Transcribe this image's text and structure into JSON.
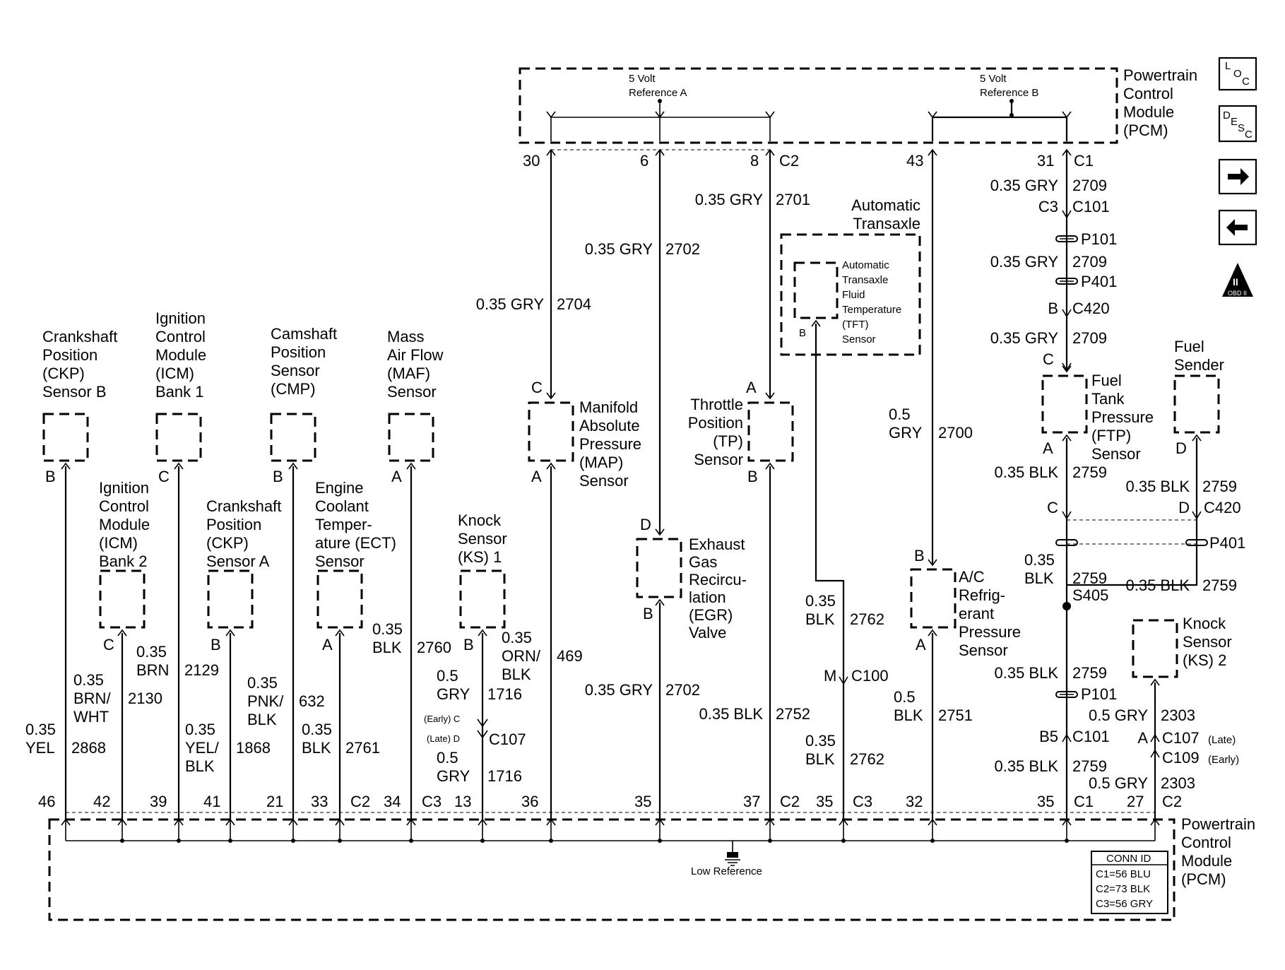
{
  "top_module": {
    "lines": [
      "Powertrain",
      "Control",
      "Module",
      "(PCM)"
    ],
    "ref_a": [
      "5 Volt",
      "Reference A"
    ],
    "ref_b": [
      "5 Volt",
      "Reference B"
    ]
  },
  "bottom_module": {
    "lines": [
      "Powertrain",
      "Control",
      "Module",
      "(PCM)"
    ],
    "low_reference": "Low Reference"
  },
  "conn_id": {
    "title": "CONN ID",
    "rows": [
      "C1=56 BLU",
      "C2=73 BLK",
      "C3=56 GRY"
    ]
  },
  "nav_icons": [
    "LOC",
    "DESC",
    "next-arrow",
    "previous-arrow",
    "OBD II"
  ],
  "nav": {
    "loc_main": "L",
    "loc_sub1": "O",
    "loc_sub2": "C",
    "desc_main": "D",
    "desc_sub1": "E",
    "desc_sub2": "S",
    "desc_sub3": "C",
    "obd_top": "II",
    "obd_bottom": "OBD II"
  },
  "components": [
    {
      "name": "Crankshaft Position (CKP) Sensor B",
      "lines": [
        "Crankshaft",
        "Position",
        "(CKP)",
        "Sensor B"
      ]
    },
    {
      "name": "Ignition Control Module (ICM) Bank 1",
      "lines": [
        "Ignition",
        "Control",
        "Module",
        "(ICM)",
        "Bank 1"
      ]
    },
    {
      "name": "Camshaft Position Sensor (CMP)",
      "lines": [
        "Camshaft",
        "Position",
        "Sensor",
        "(CMP)"
      ]
    },
    {
      "name": "Mass Air Flow (MAF) Sensor",
      "lines": [
        "Mass",
        "Air Flow",
        "(MAF)",
        "Sensor"
      ]
    },
    {
      "name": "Ignition Control Module (ICM) Bank 2",
      "lines": [
        "Ignition",
        "Control",
        "Module",
        "(ICM)",
        "Bank 2"
      ]
    },
    {
      "name": "Crankshaft Position (CKP) Sensor A",
      "lines": [
        "Crankshaft",
        "Position",
        "(CKP)",
        "Sensor A"
      ]
    },
    {
      "name": "Engine Coolant Temperature (ECT) Sensor",
      "lines": [
        "Engine",
        "Coolant",
        "Temper-",
        "ature (ECT)",
        "Sensor"
      ]
    },
    {
      "name": "Knock Sensor (KS) 1",
      "lines": [
        "Knock",
        "Sensor",
        "(KS) 1"
      ]
    },
    {
      "name": "Manifold Absolute Pressure (MAP) Sensor",
      "lines": [
        "Manifold",
        "Absolute",
        "Pressure",
        "(MAP)",
        "Sensor"
      ]
    },
    {
      "name": "Exhaust Gas Recirculation (EGR) Valve",
      "lines": [
        "Exhaust",
        "Gas",
        "Recircu-",
        "lation",
        "(EGR)",
        "Valve"
      ]
    },
    {
      "name": "Throttle Position (TP) Sensor",
      "lines": [
        "Throttle",
        "Position",
        "(TP)",
        "Sensor"
      ]
    },
    {
      "name": "Automatic Transaxle",
      "lines": [
        "Automatic",
        "Transaxle"
      ]
    },
    {
      "name": "Automatic Transaxle Fluid Temperature (TFT) Sensor",
      "lines": [
        "Automatic",
        "Transaxle",
        "Fluid",
        "Temperature",
        "(TFT)",
        "Sensor"
      ]
    },
    {
      "name": "A/C Refrigerant Pressure Sensor",
      "lines": [
        "A/C",
        "Refrig-",
        "erant",
        "Pressure",
        "Sensor"
      ]
    },
    {
      "name": "Fuel Tank Pressure (FTP) Sensor",
      "lines": [
        "Fuel",
        "Tank",
        "Pressure",
        "(FTP)",
        "Sensor"
      ]
    },
    {
      "name": "Fuel Sender",
      "lines": [
        "Fuel",
        "Sender"
      ]
    },
    {
      "name": "Knock Sensor (KS) 2",
      "lines": [
        "Knock",
        "Sensor",
        "(KS) 2"
      ]
    }
  ],
  "top_pins": {
    "p30": "30",
    "p6": "6",
    "p8": "8",
    "c2": "C2",
    "p43": "43",
    "p31": "31",
    "c1": "C1"
  },
  "bottom_pins": {
    "p46": "46",
    "p42": "42",
    "p39": "39",
    "p41": "41",
    "p21": "21",
    "p33": "33",
    "c2a": "C2",
    "p34": "34",
    "c3a": "C3",
    "p13": "13",
    "p36": "36",
    "p35a": "35",
    "p37": "37",
    "c2b": "C2",
    "p35b": "35",
    "c3b": "C3",
    "p32": "32",
    "p35c": "35",
    "c1": "C1",
    "p27": "27",
    "c2c": "C2"
  },
  "sensor_pins": {
    "ckpb": "B",
    "icm1": "C",
    "cmp": "B",
    "maf": "A",
    "icm2": "C",
    "ckpa": "B",
    "ect": "A",
    "ks1": "B",
    "map_top": "C",
    "map_bot": "A",
    "egr_top": "D",
    "egr_bot": "B",
    "tp_top": "A",
    "tp_bot": "B",
    "tft": "B",
    "ac_top": "B",
    "ac_bot": "A",
    "ftp_top": "C",
    "ftp_bot": "A",
    "fs": "D"
  },
  "wires": {
    "w2868": [
      "0.35",
      "YEL",
      "2868"
    ],
    "w2130": [
      "0.35",
      "BRN/",
      "WHT",
      "2130"
    ],
    "w2129": [
      "0.35",
      "BRN",
      "2129"
    ],
    "w1868": [
      "0.35",
      "YEL/",
      "BLK",
      "1868"
    ],
    "w632": [
      "0.35",
      "PNK/",
      "BLK",
      "632"
    ],
    "w2761": [
      "0.35",
      "BLK",
      "2761"
    ],
    "w2760": [
      "0.35",
      "BLK",
      "2760"
    ],
    "w1716a": [
      "0.5",
      "GRY",
      "1716"
    ],
    "w1716b": [
      "0.5",
      "GRY",
      "1716"
    ],
    "w469": [
      "0.35",
      "ORN/",
      "BLK",
      "469"
    ],
    "w2704": [
      "0.35 GRY",
      "2704"
    ],
    "w2702a": [
      "0.35 GRY",
      "2702"
    ],
    "w2702b": [
      "0.35 GRY",
      "2702"
    ],
    "w2701": [
      "0.35 GRY",
      "2701"
    ],
    "w2752": [
      "0.35 BLK",
      "2752"
    ],
    "w2762a": [
      "0.35",
      "BLK",
      "2762"
    ],
    "w2762b": [
      "0.35",
      "BLK",
      "2762"
    ],
    "w2700": [
      "0.5",
      "GRY",
      "2700"
    ],
    "w2751": [
      "0.5",
      "BLK",
      "2751"
    ],
    "w2709a": [
      "0.35 GRY",
      "2709"
    ],
    "w2709b": [
      "0.35 GRY",
      "2709"
    ],
    "w2709c": [
      "0.35 GRY",
      "2709"
    ],
    "w2759a": [
      "0.35 BLK",
      "2759"
    ],
    "w2759b": [
      "0.35 BLK",
      "2759"
    ],
    "w2759c": [
      "0.35",
      "BLK",
      "2759"
    ],
    "w2759d": [
      "0.35 BLK",
      "2759"
    ],
    "w2759e": [
      "0.35 BLK",
      "2759"
    ],
    "w2759f": [
      "0.35 BLK",
      "2759"
    ],
    "w2303a": [
      "0.5 GRY",
      "2303"
    ],
    "w2303b": [
      "0.5 GRY",
      "2303"
    ]
  },
  "connectors": {
    "c107_early": "(Early) C",
    "c107_late": "(Late) D",
    "c107": "C107",
    "c100_pin": "M",
    "c100": "C100",
    "c101_top_pin": "C3",
    "c101_top": "C101",
    "p101_top": "P101",
    "p401_top": "P401",
    "c420_pin": "B",
    "c420": "C420",
    "c420b_pin_c": "C",
    "c420b_pin_d": "D",
    "c420b": "C420",
    "p401b": "P401",
    "s405": "S405",
    "p101b": "P101",
    "c101b_pin": "B5",
    "c101b": "C101",
    "c107b_pin": "A",
    "c107b": "C107",
    "c107b_note": "(Late)",
    "c109b": "C109",
    "c109b_note": "(Early)"
  }
}
